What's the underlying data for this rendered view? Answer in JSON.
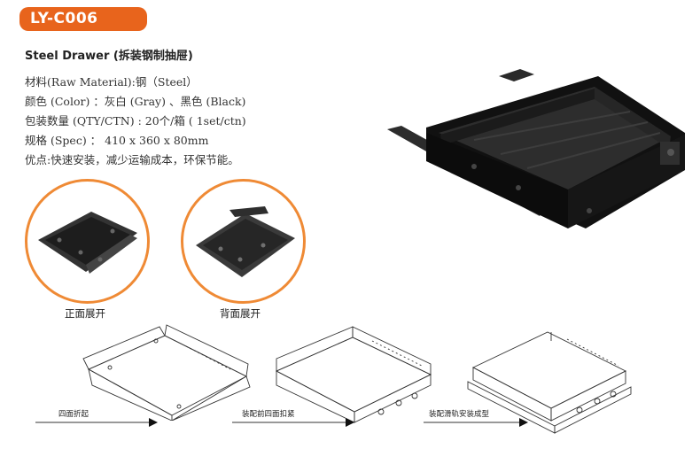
{
  "badge": "LY-C006",
  "title": "Steel Drawer (拆装钢制抽屉)",
  "specs": [
    "材料(Raw Material):钢（Steel）",
    "颜色 (Color) ：灰白 (Gray) 、黑色 (Black)",
    "包装数量 (QTY/CTN) : 20个/箱 ( 1set/ctn)",
    "规格 (Spec) ： 410 x 360 x 80mm",
    "优点:快速安装，减少运输成本，环保节能。"
  ],
  "captions": {
    "front": "正面展开",
    "back": "背面展开"
  },
  "steps": [
    "四面折起",
    "装配前四面扣紧",
    "装配滑轨安装成型"
  ],
  "colors": {
    "accent": "#e8641c",
    "circle_border": "#ef8a35",
    "drawer": "#1a1a1a"
  }
}
